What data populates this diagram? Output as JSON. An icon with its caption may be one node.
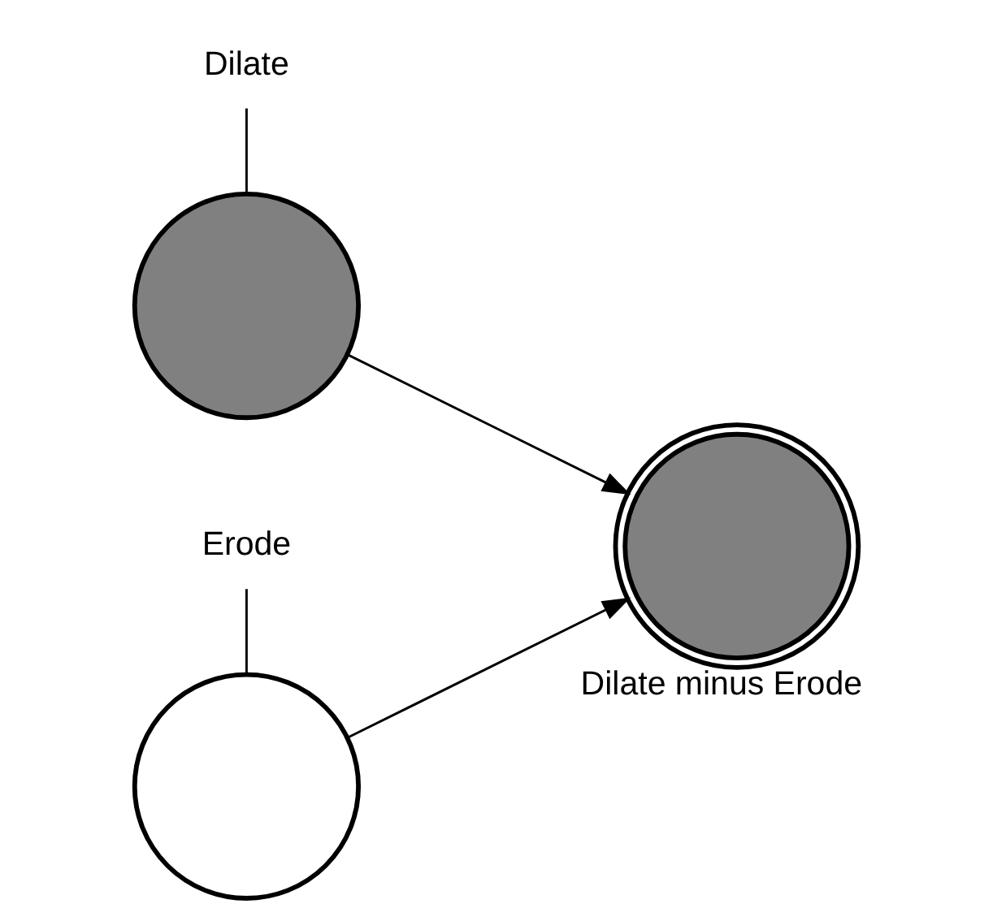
{
  "diagram": {
    "nodes": [
      {
        "text": [
          "Dilate"
        ]
      },
      {
        "text": [],
        "shape": "circle"
      },
      {
        "text": [
          "Erode"
        ]
      },
      {
        "text": [],
        "shape": "circle"
      },
      {
        "text": [
          "Dilate minus Erode"
        ]
      }
    ],
    "edges": [
      {
        "from": 0,
        "to": 1,
        "arrow": "none"
      },
      {
        "from": 2,
        "to": 3,
        "arrow": "none"
      },
      {
        "from": 1,
        "to": 4,
        "arrow": "to"
      },
      {
        "from": 3,
        "to": 4,
        "arrow": "to"
      }
    ]
  }
}
